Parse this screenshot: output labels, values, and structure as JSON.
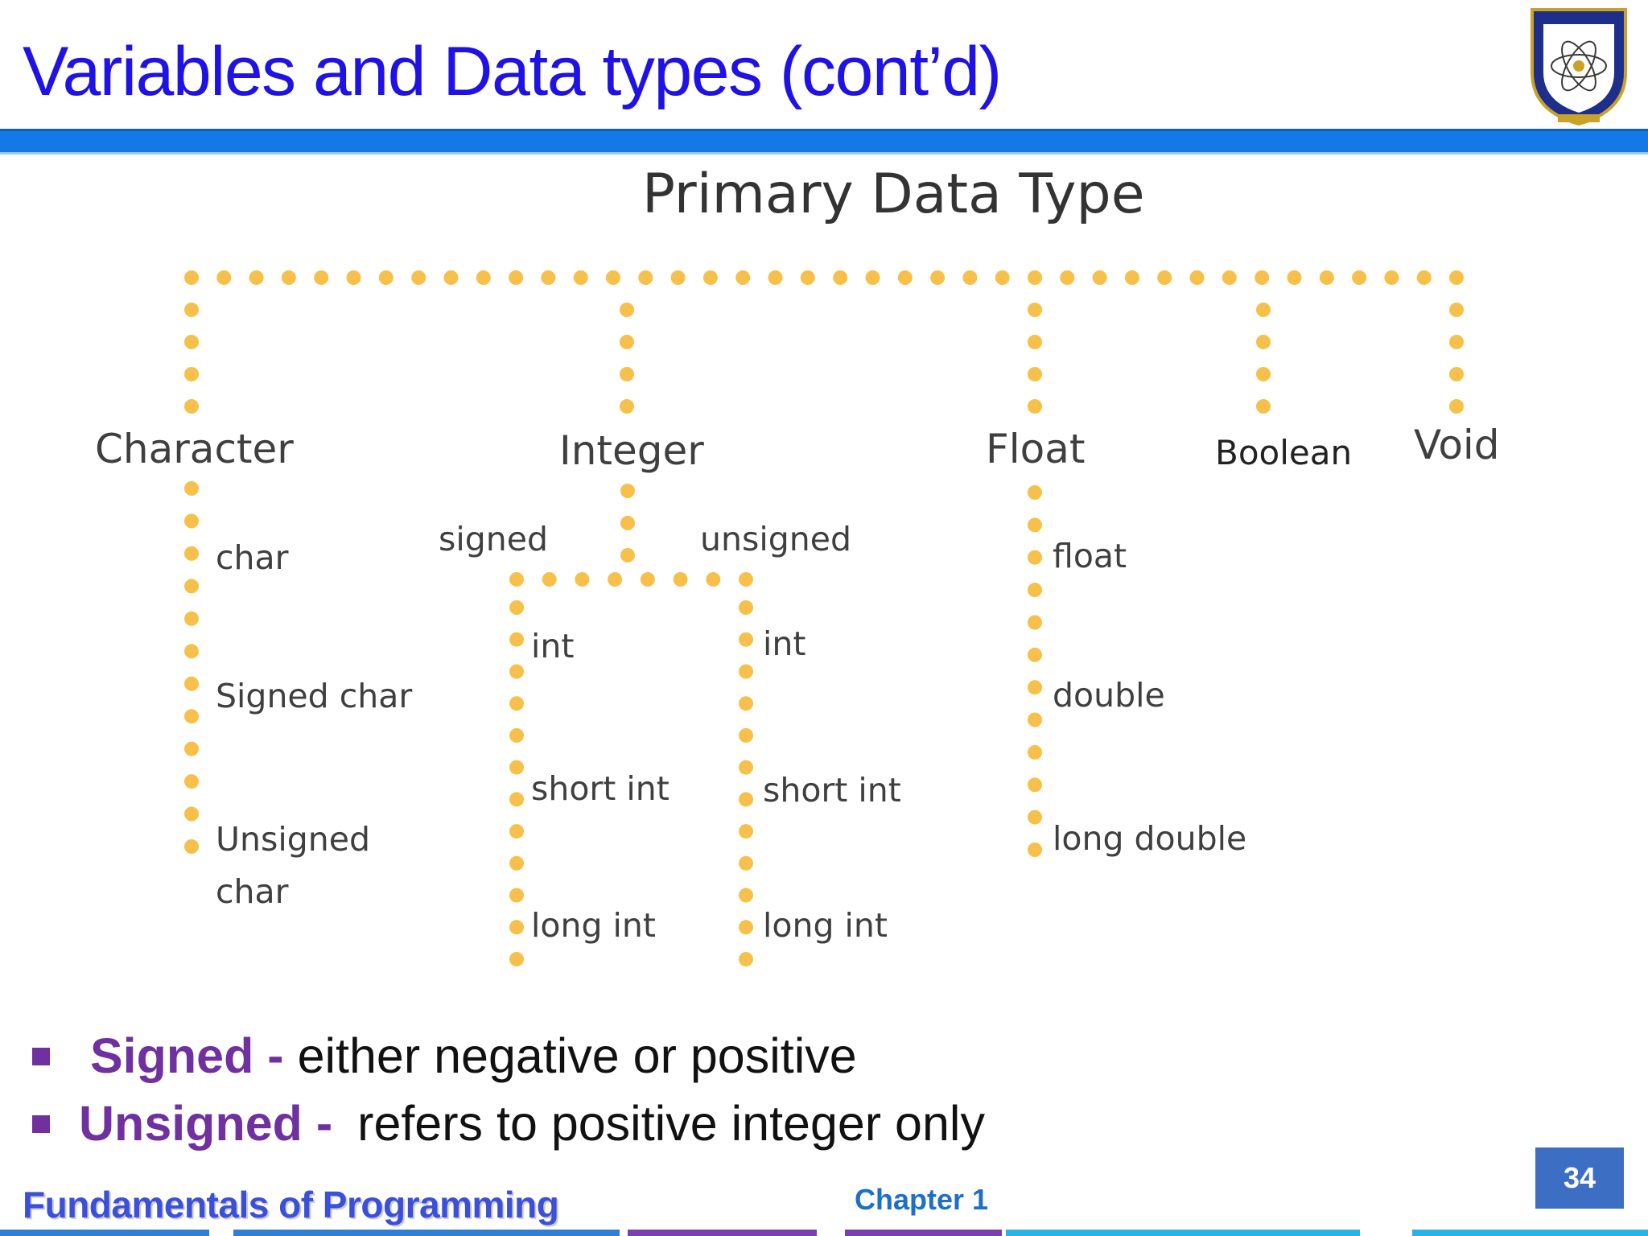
{
  "slide": {
    "title": "Variables and Data types (cont’d)",
    "page_number": "34",
    "footer_course": "Fundamentals of Programming",
    "footer_chapter": "Chapter 1",
    "accent_color": "#1f12e6",
    "bar_color": "#1478e6",
    "term_color": "#7030a0"
  },
  "diagram": {
    "title": "Primary Data Type",
    "dot_color": "#f7c04a",
    "categories": {
      "character": "Character",
      "integer": "Integer",
      "float": "Float",
      "boolean": "Boolean",
      "void": "Void"
    },
    "character_items": [
      "char",
      "Signed char",
      "Unsigned",
      "char"
    ],
    "integer_branches": {
      "signed": "signed",
      "unsigned": "unsigned"
    },
    "signed_items": [
      "int",
      "short int",
      "long int"
    ],
    "unsigned_items": [
      "int",
      "short int",
      "long int"
    ],
    "float_items": [
      "float",
      "double",
      "long double"
    ]
  },
  "bullets": [
    {
      "term": "Signed -",
      "text": "either negative or positive"
    },
    {
      "term": "Unsigned -",
      "text": "refers to positive integer only"
    }
  ]
}
